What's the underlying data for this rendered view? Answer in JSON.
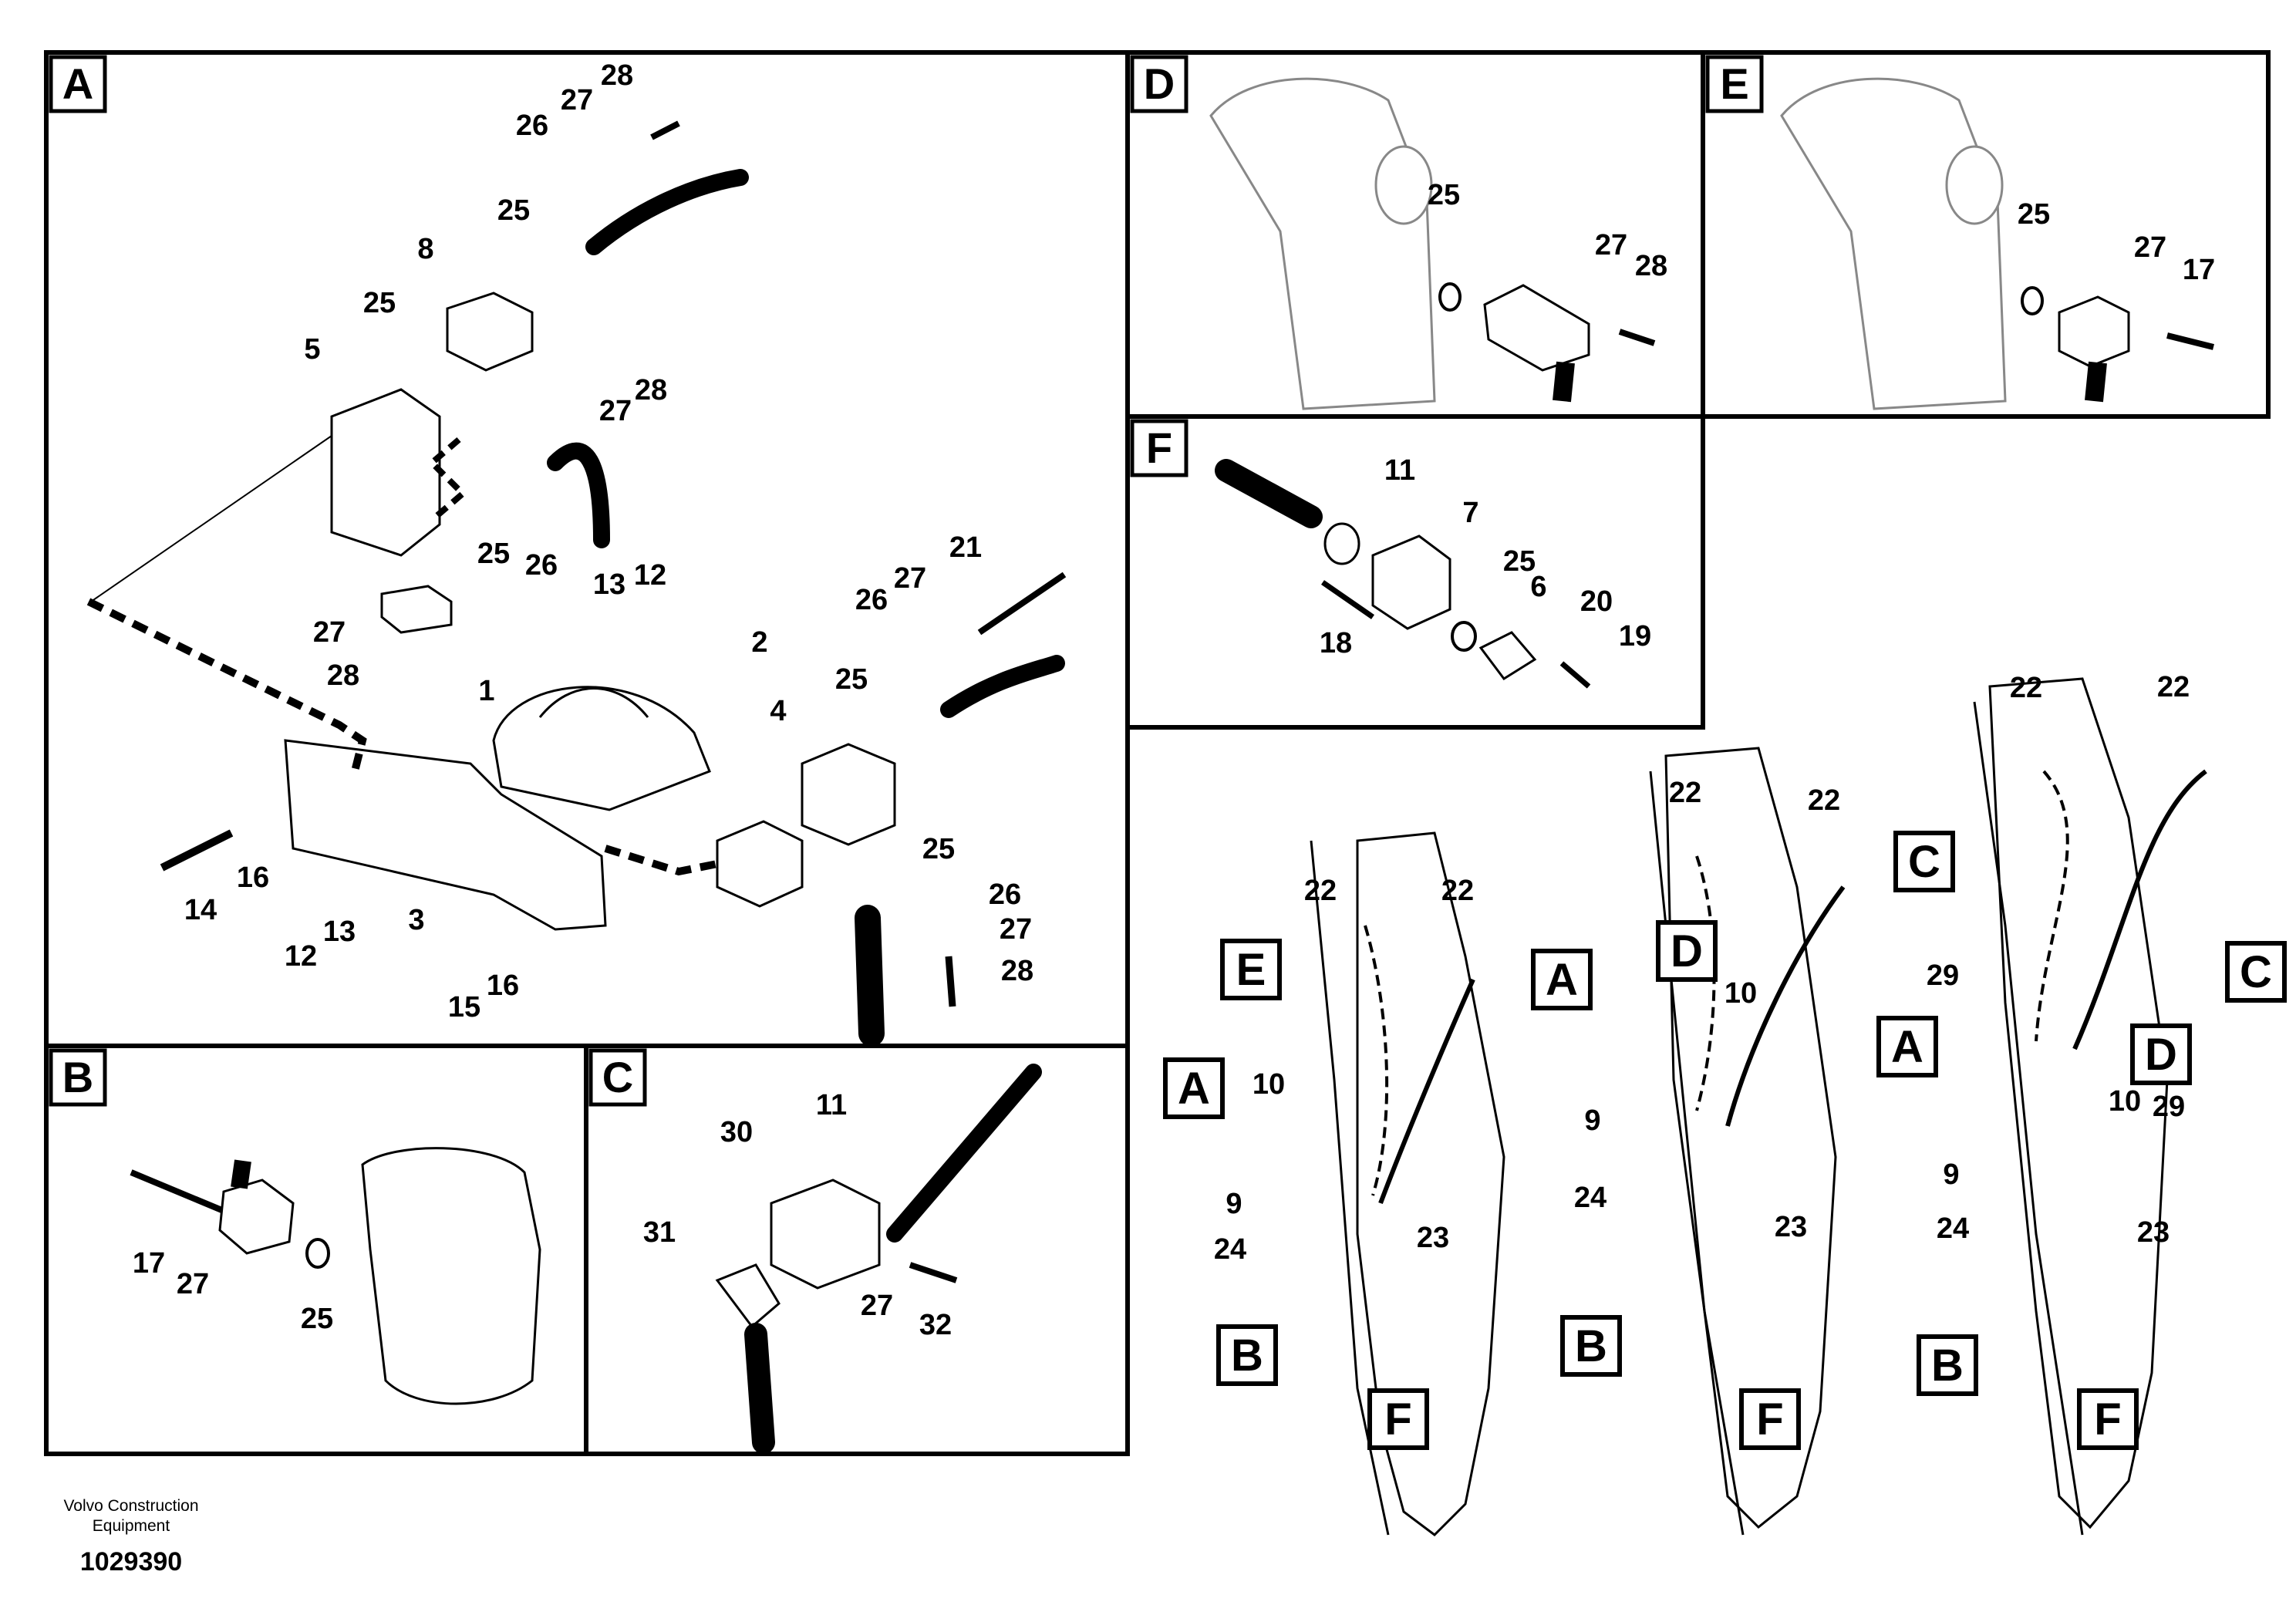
{
  "sheet": {
    "footer": {
      "company_line1": "Volvo Construction",
      "company_line2": "Equipment",
      "document_number": "1029390"
    }
  },
  "panels": {
    "A": {
      "letter": "A",
      "callouts": [
        "28",
        "27",
        "26",
        "25",
        "8",
        "25",
        "5",
        "28",
        "27",
        "25",
        "26",
        "12",
        "13",
        "2",
        "27",
        "1",
        "28",
        "21",
        "27",
        "26",
        "25",
        "4",
        "14",
        "16",
        "3",
        "12",
        "13",
        "15",
        "16",
        "25",
        "26",
        "27",
        "28"
      ]
    },
    "B": {
      "letter": "B",
      "callouts": [
        "17",
        "27",
        "25"
      ]
    },
    "C": {
      "letter": "C",
      "callouts": [
        "11",
        "30",
        "31",
        "27",
        "32"
      ]
    },
    "D": {
      "letter": "D",
      "callouts": [
        "25",
        "27",
        "28"
      ]
    },
    "E": {
      "letter": "E",
      "callouts": [
        "25",
        "27",
        "17"
      ]
    },
    "F": {
      "letter": "F",
      "callouts": [
        "11",
        "7",
        "25",
        "6",
        "20",
        "19",
        "18"
      ]
    }
  },
  "overview": {
    "view1": {
      "labels": [
        "E",
        "A",
        "B",
        "F"
      ],
      "callouts": [
        "22",
        "22",
        "10",
        "9",
        "24",
        "23"
      ]
    },
    "view2": {
      "labels": [
        "A",
        "D",
        "B",
        "F"
      ],
      "callouts": [
        "22",
        "22",
        "10",
        "9",
        "24",
        "23"
      ]
    },
    "view3": {
      "labels": [
        "C",
        "C",
        "A",
        "D",
        "B",
        "F"
      ],
      "callouts": [
        "22",
        "22",
        "29",
        "10",
        "29",
        "9",
        "24",
        "23"
      ]
    }
  }
}
